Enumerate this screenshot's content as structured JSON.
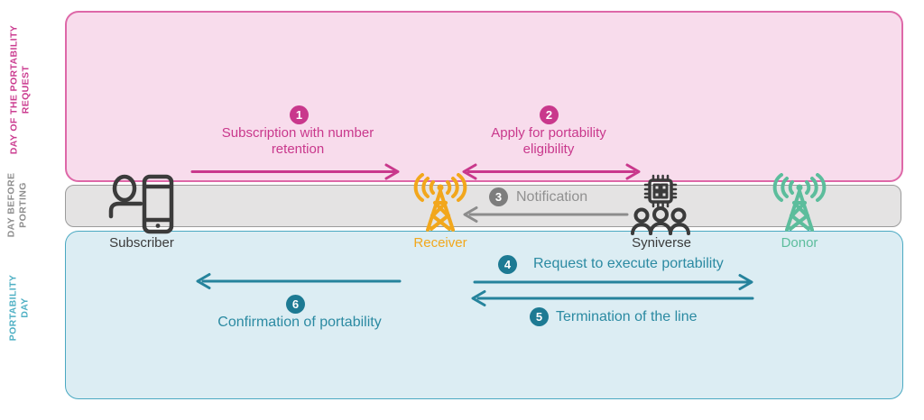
{
  "diagram": {
    "type": "number-portability-flow",
    "lanes": [
      {
        "label_lines": [
          "DAY OF THE PORTABILITY",
          "REQUEST"
        ],
        "color": "#cb3c90"
      },
      {
        "label_lines": [
          "DAY BEFORE",
          "PORTING"
        ],
        "color": "#8e8e8e"
      },
      {
        "label_lines": [
          "PORTABILITY",
          "DAY"
        ],
        "color": "#4fb0c4"
      }
    ],
    "entities": [
      {
        "label": "Subscriber",
        "icon": "person-with-phone-icon",
        "color": "#3b3b3b"
      },
      {
        "label": "Receiver",
        "icon": "radio-tower-icon",
        "color": "#f2a71c"
      },
      {
        "label": "Syniverse",
        "icon": "chip-over-people-icon",
        "color": "#3b3b3b"
      },
      {
        "label": "Donor",
        "icon": "radio-tower-icon",
        "color": "#5cbd9c"
      }
    ],
    "steps": [
      {
        "number": "1",
        "label": "Subscription with number retention",
        "from": "Subscriber",
        "to": "Receiver",
        "arrow": "right",
        "lane": "DAY OF THE PORTABILITY REQUEST",
        "color": "#c9388c"
      },
      {
        "number": "2",
        "label": "Apply for portability eligibility",
        "from": "Receiver",
        "to": "Syniverse",
        "arrow": "both",
        "lane": "DAY OF THE PORTABILITY REQUEST",
        "color": "#c9388c"
      },
      {
        "number": "3",
        "label": "Notification",
        "from": "Syniverse",
        "to": "Receiver",
        "arrow": "left",
        "lane": "DAY BEFORE PORTING",
        "color": "#8e8e8e"
      },
      {
        "number": "4",
        "label": "Request to execute portability",
        "from": "Receiver",
        "to": "Donor",
        "arrow": "right",
        "lane": "PORTABILITY DAY",
        "color": "#2b8aa2"
      },
      {
        "number": "5",
        "label": "Termination of the line",
        "from": "Donor",
        "to": "Receiver",
        "arrow": "left",
        "lane": "PORTABILITY DAY",
        "color": "#2b8aa2"
      },
      {
        "number": "6",
        "label": "Confirmation of portability",
        "from": "Receiver",
        "to": "Subscriber",
        "arrow": "left",
        "lane": "PORTABILITY DAY",
        "color": "#2b8aa2"
      }
    ],
    "colors": {
      "pink_accent": "#c9388c",
      "pink_band_fill": "#f8dcec",
      "pink_band_border": "#de68a8",
      "gray_accent": "#8e8e8e",
      "gray_band_fill": "#e4e3e3",
      "gray_band_border": "#9b9b9b",
      "teal_accent": "#2b8aa2",
      "teal_badge": "#1d7a93",
      "teal_band_fill": "#dcedf3",
      "teal_band_border": "#4aa9c2",
      "receiver_orange": "#f2a71c",
      "donor_green": "#5cbd9c",
      "icon_dark": "#3b3b3b"
    }
  }
}
